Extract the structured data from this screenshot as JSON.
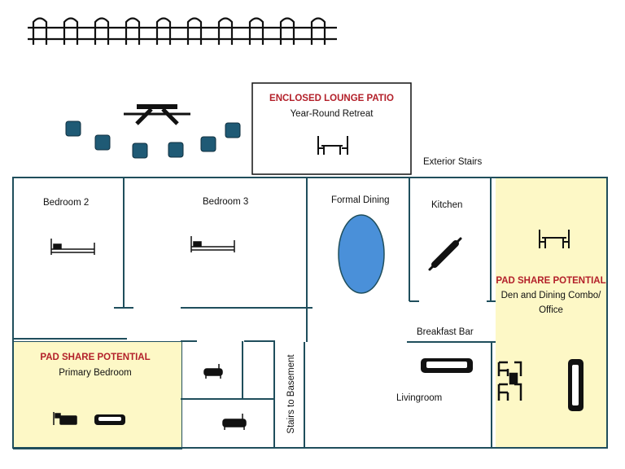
{
  "colors": {
    "wall": "#1f4e5c",
    "highlight": "#fdf8c6",
    "accent_red": "#b3202a",
    "chair_blue": "#1f5a75",
    "table_blue": "#4a90d9"
  },
  "patio": {
    "title": "ENCLOSED LOUNGE PATIO",
    "subtitle": "Year-Round Retreat"
  },
  "labels": {
    "exterior_stairs": "Exterior Stairs",
    "bedroom2": "Bedroom 2",
    "bedroom3": "Bedroom 3",
    "formal_dining": "Formal Dining",
    "kitchen": "Kitchen",
    "breakfast_bar": "Breakfast Bar",
    "livingroom": "Livingroom",
    "stairs_basement": "Stairs to Basement"
  },
  "primary_suite": {
    "badge": "PAD SHARE POTENTIAL",
    "name": "Primary Bedroom"
  },
  "den_suite": {
    "badge": "PAD SHARE POTENTIAL",
    "name_line1": "Den and Dining Combo/",
    "name_line2": "Office"
  },
  "icons": [
    "fence-icon",
    "picnic-table-icon",
    "chair-icon",
    "table-chairs-icon",
    "bed-icon",
    "oval-table-icon",
    "rolling-pin-icon",
    "sofa-icon",
    "bathtub-icon",
    "chairs-icon"
  ]
}
